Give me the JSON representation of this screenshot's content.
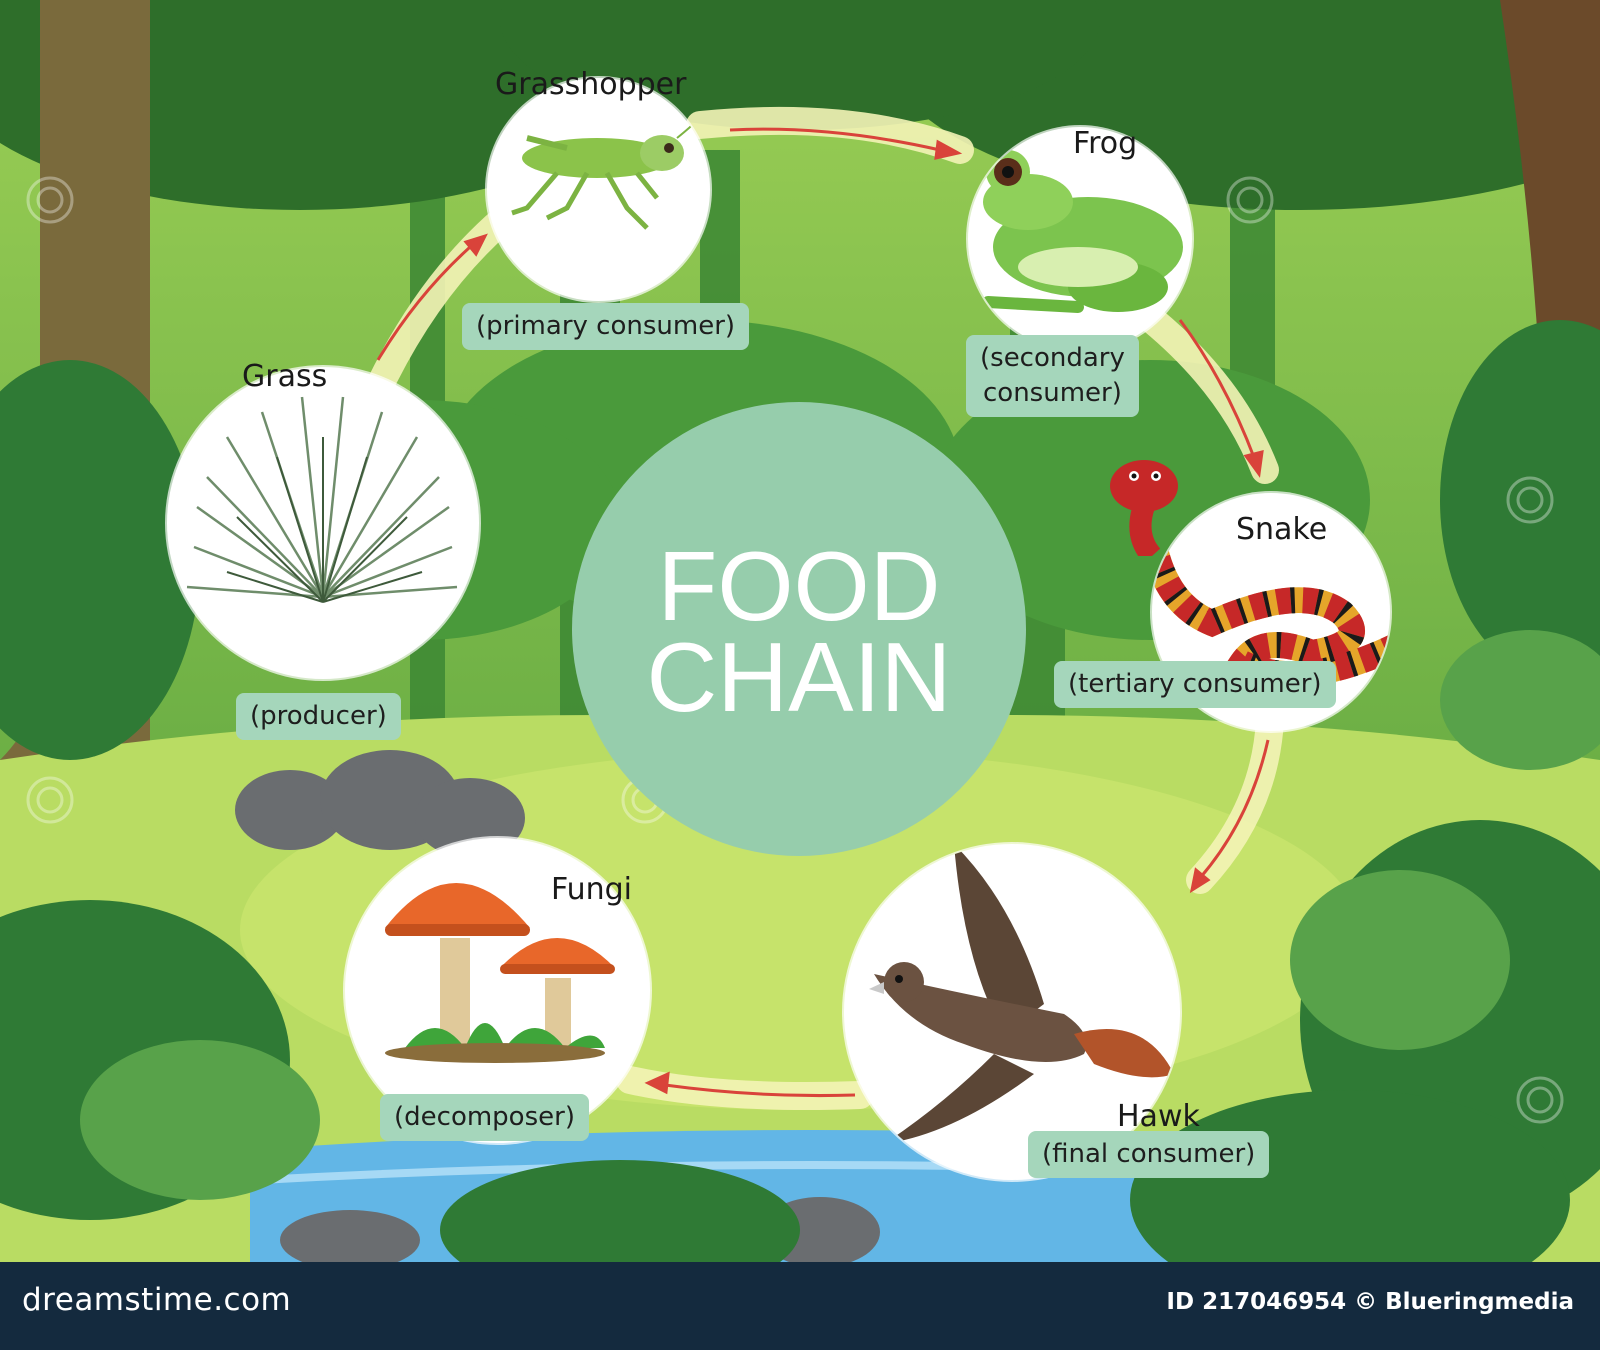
{
  "title": {
    "line1": "FOOD",
    "line2": "CHAIN"
  },
  "nodes": [
    {
      "name": "Grass",
      "role": "(producer)",
      "icon": "grass-icon"
    },
    {
      "name": "Grasshopper",
      "role": "(primary consumer)",
      "icon": "grasshopper-icon"
    },
    {
      "name": "Frog",
      "role_line1": "(secondary",
      "role_line2": "consumer)",
      "icon": "frog-icon"
    },
    {
      "name": "Snake",
      "role": "(tertiary consumer)",
      "icon": "snake-icon"
    },
    {
      "name": "Hawk",
      "role": "(final consumer)",
      "icon": "hawk-icon"
    },
    {
      "name": "Fungi",
      "role": "(decomposer)",
      "icon": "mushroom-icon"
    }
  ],
  "footer": {
    "logo": "dreamstime.com",
    "id_text": "ID 217046954 © Blueringmedia"
  },
  "colors": {
    "label_bg": "#a5d6bb",
    "title_circle": "#96cdac",
    "arrow": "#d9433a",
    "path": "#f3f3b6",
    "footer_bg": "#142a3e"
  }
}
